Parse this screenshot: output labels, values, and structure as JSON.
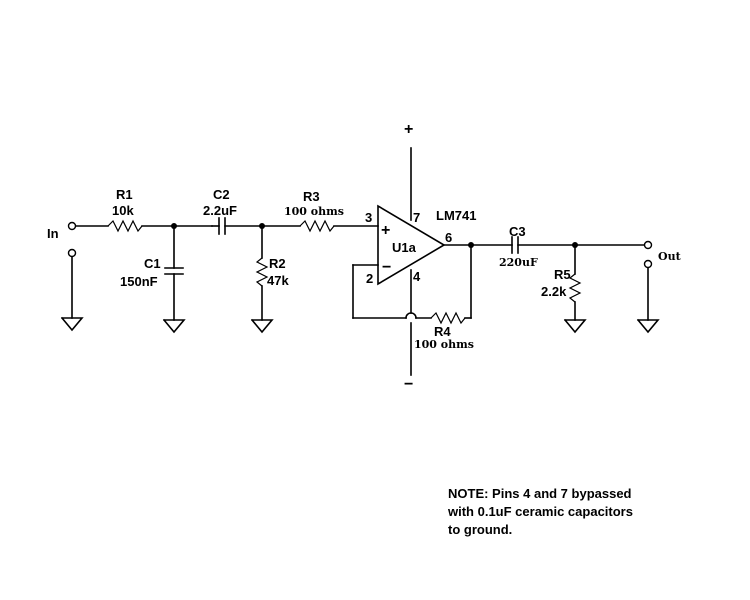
{
  "labels": {
    "in": "In",
    "out": "Out",
    "r1": "R1",
    "r1_val": "10k",
    "c1": "C1",
    "c1_val": "150nF",
    "c2": "C2",
    "c2_val": "2.2uF",
    "r2": "R2",
    "r2_val": "47k",
    "r3": "R3",
    "r3_val": "100 ohms",
    "r4": "R4",
    "r4_val": "100 ohms",
    "r5": "R5",
    "r5_val": "2.2k",
    "c3": "C3",
    "c3_val": "220uF",
    "u1": "U1a",
    "part": "LM741",
    "pin2": "2",
    "pin3": "3",
    "pin4": "4",
    "pin6": "6",
    "pin7": "7",
    "plus_in": "+",
    "minus_in": "−",
    "vpos": "+",
    "vneg": "−"
  },
  "note": {
    "lines": [
      "NOTE: Pins 4 and 7 bypassed",
      "with 0.1uF ceramic capacitors",
      "to ground."
    ]
  }
}
